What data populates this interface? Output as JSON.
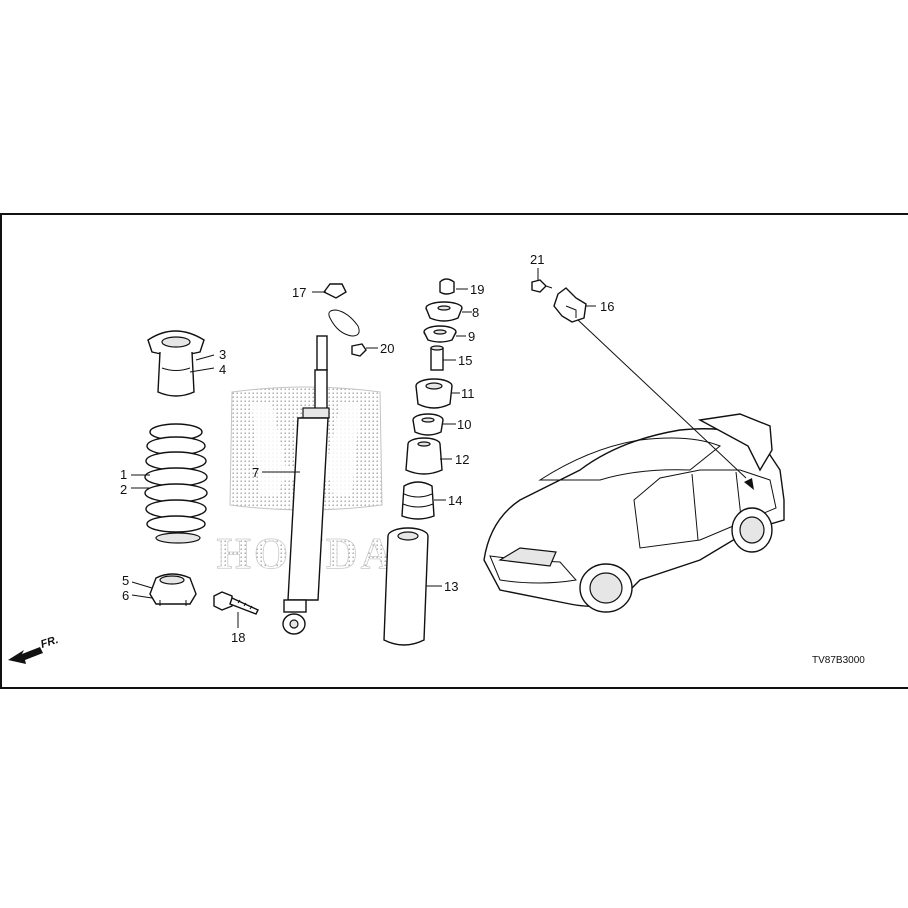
{
  "diagram": {
    "diagram_code": "TV87B3000",
    "front_indicator": "FR.",
    "watermark_text": "HONDA",
    "part_callouts": [
      "1",
      "2",
      "3",
      "4",
      "5",
      "6",
      "7",
      "8",
      "9",
      "10",
      "11",
      "12",
      "13",
      "14",
      "15",
      "16",
      "17",
      "18",
      "19",
      "20",
      "21"
    ]
  }
}
